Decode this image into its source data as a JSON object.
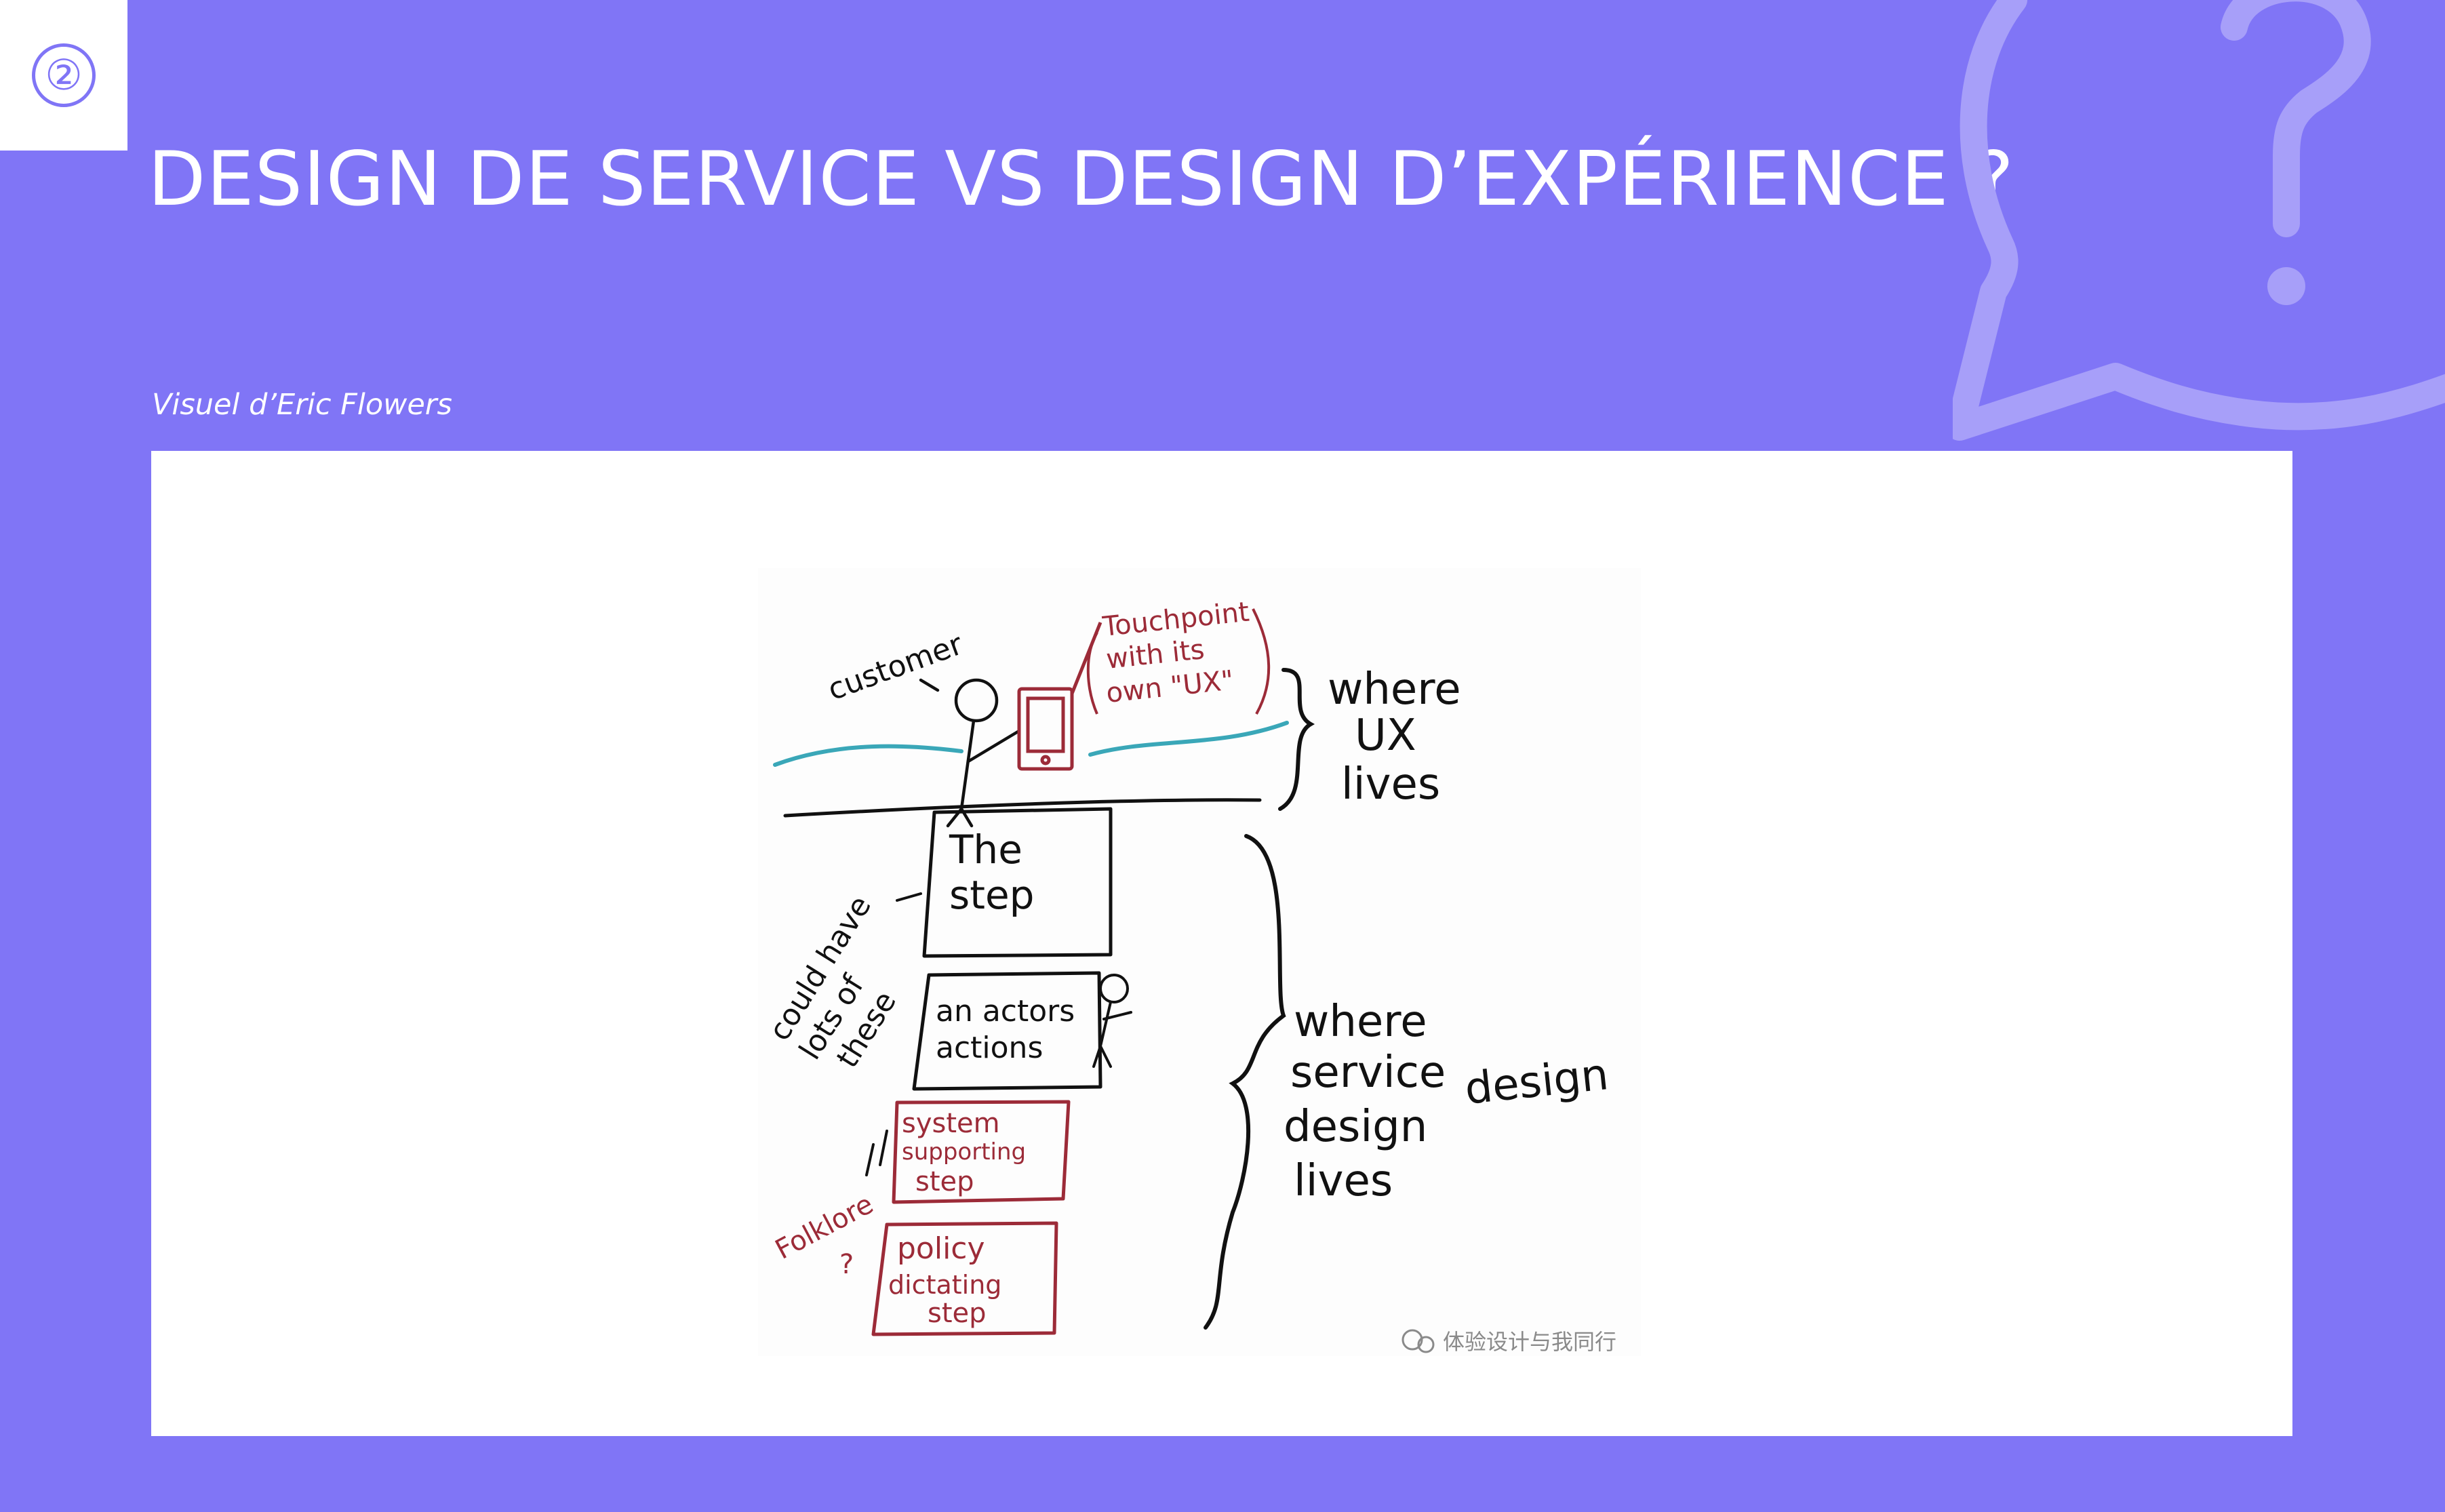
{
  "slide": {
    "number": "②",
    "title": "DESIGN DE SERVICE VS DESIGN D’EXPÉRIENCE ?",
    "caption": "Visuel d’Eric Flowers"
  },
  "colors": {
    "background": "#8075f6",
    "panel": "#ffffff",
    "decoration": "#a79ff9",
    "ink": "#111111",
    "red_ink": "#9c2b38",
    "blue_line": "#3aa7b8"
  },
  "decoration": {
    "icon": "speech-bubble-question-icon"
  },
  "sketch": {
    "labels": {
      "customer": "customer",
      "touchpoint_1": "Touchpoint",
      "touchpoint_2": "with its",
      "touchpoint_3": "own \"UX\"",
      "where_ux_1": "where",
      "where_ux_2": "UX",
      "where_ux_3": "lives",
      "step_1": "The",
      "step_2": "step",
      "could_have_1": "could have",
      "could_have_2": "lots of",
      "could_have_3": "these",
      "actor_1": "an actors",
      "actor_2": "actions",
      "system_1": "system",
      "system_2": "supporting",
      "system_3": "step",
      "folklore": "Folklore",
      "question": "?",
      "policy_1": "policy",
      "policy_2": "dictating",
      "policy_3": "step",
      "where_sd_1": "where",
      "where_sd_2": "service",
      "where_sd_3": "design",
      "where_sd_4": "design",
      "where_sd_5": "lives"
    },
    "watermark": "体验设计与我同行"
  }
}
